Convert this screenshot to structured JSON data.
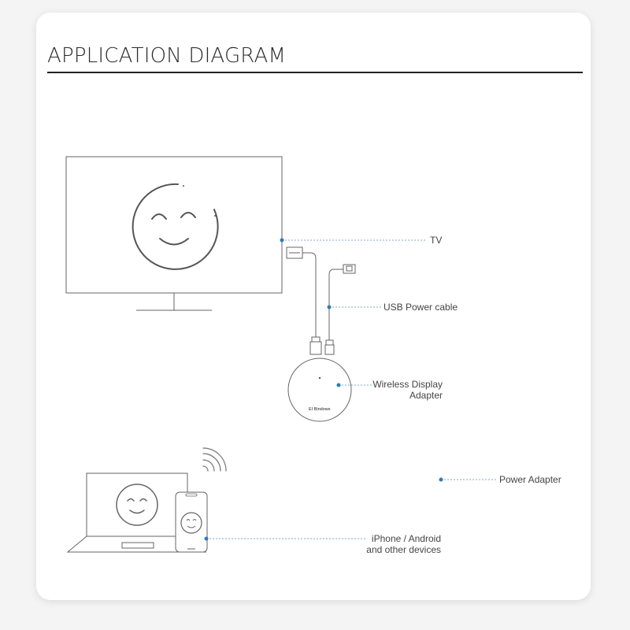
{
  "title": "APPLICATION DIAGRAM",
  "colors": {
    "accent": "#2f7bb6",
    "line": "#555555",
    "leader": "#7fa9cc"
  },
  "icons": [
    "tv-icon",
    "smiley-face-icon",
    "hdmi-plug-icon",
    "usb-plug-icon",
    "adapter-puck-icon",
    "laptop-icon",
    "phone-icon",
    "wifi-signal-icon"
  ],
  "device_brand": "EI Bindows",
  "labels": {
    "tv": "TV",
    "usb_cable": "USB Power cable",
    "adapter_line1": "Wireless Display",
    "adapter_line2": "Adapter",
    "power_adapter": "Power Adapter",
    "devices_line1": "iPhone / Android",
    "devices_line2": "and other devices"
  }
}
